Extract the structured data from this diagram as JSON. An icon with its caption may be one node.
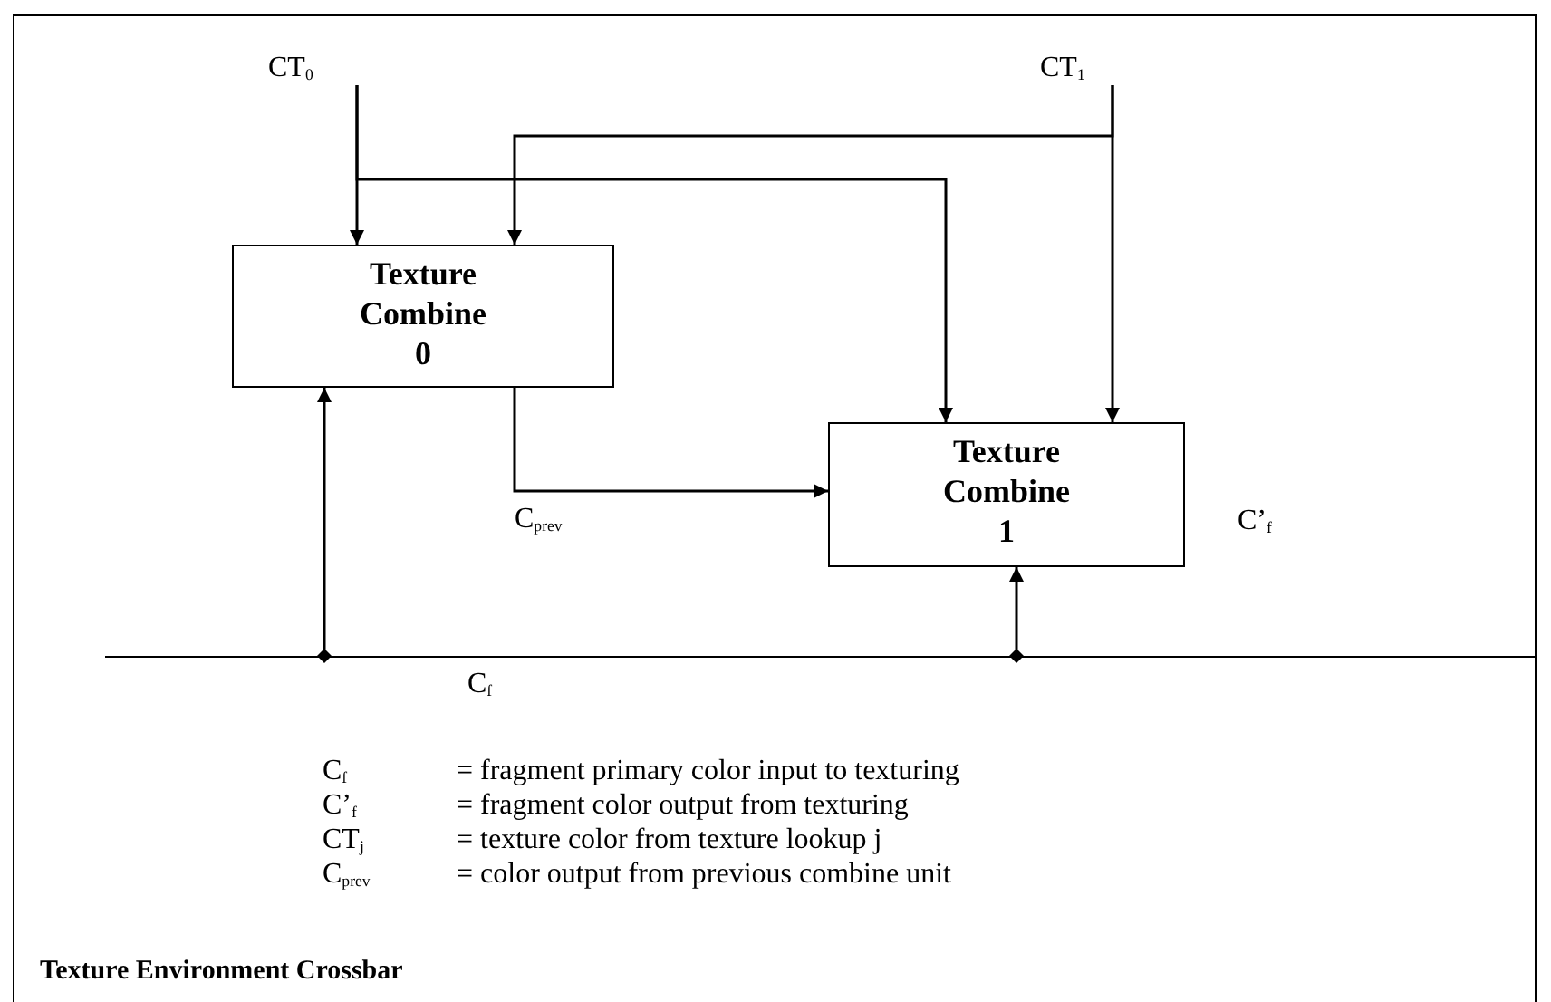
{
  "diagram": {
    "caption": "Texture Environment Crossbar",
    "nodes": [
      {
        "text": [
          "CT$_{0}$"
        ]
      },
      {
        "text": [
          "CT$_{1}$"
        ]
      },
      {
        "text": [
          "Texture Combine 0"
        ]
      },
      {
        "text": [
          "Texture Combine 1"
        ]
      },
      {
        "text": [
          "C$_{f}$"
        ]
      }
    ],
    "edges": [
      {
        "from": 0,
        "to": 2,
        "arrow": "to"
      },
      {
        "from": 0,
        "to": 3,
        "arrow": "to"
      },
      {
        "from": 1,
        "to": 2,
        "arrow": "to"
      },
      {
        "from": 1,
        "to": 3,
        "arrow": "to"
      },
      {
        "from": 2,
        "to": 3,
        "arrow": "to",
        "label": "C$_{prev}$"
      },
      {
        "from": 4,
        "to": 2,
        "arrow": "to"
      },
      {
        "from": 4,
        "to": 3,
        "arrow": "to"
      }
    ],
    "labels": [
      "C’$_{f}$",
      "C$_{f}$",
      "= fragment primary color input to texturing",
      "C’$_{f}$",
      "= fragment color output from texturing",
      "CT$_{j}$",
      "= texture color from texture lookup j",
      "C$_{prev}$",
      "= color output from previous combine unit"
    ]
  }
}
